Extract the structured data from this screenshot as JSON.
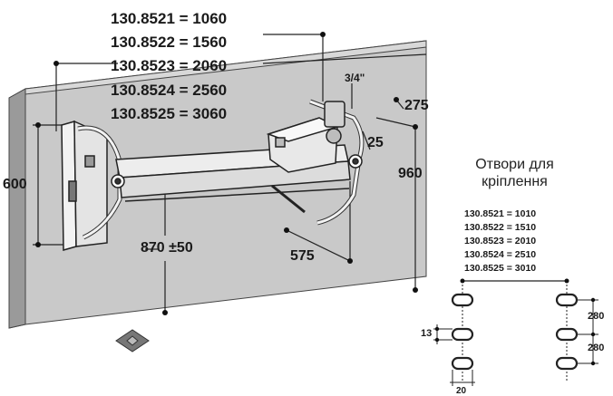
{
  "models_length": [
    "130.8521 = 1060",
    "130.8522 = 1560",
    "130.8523 = 2060",
    "130.8524 = 2560",
    "130.8525 = 3060"
  ],
  "dimensions": {
    "fitting": "3/4\"",
    "offset_275": "275",
    "offset_25": "25",
    "height_960": "960",
    "height_600": "600",
    "width_870": "870 ±50",
    "depth_575": "575"
  },
  "mounting_holes": {
    "title_line1": "Отвори для",
    "title_line2": "кріплення",
    "models_spacing": [
      "130.8521 = 1010",
      "130.8522 = 1510",
      "130.8523 = 2010",
      "130.8524 = 2510",
      "130.8525 = 3010"
    ],
    "spacing_top": "280",
    "spacing_bottom": "280",
    "hole_height": "13",
    "hole_width": "20"
  }
}
